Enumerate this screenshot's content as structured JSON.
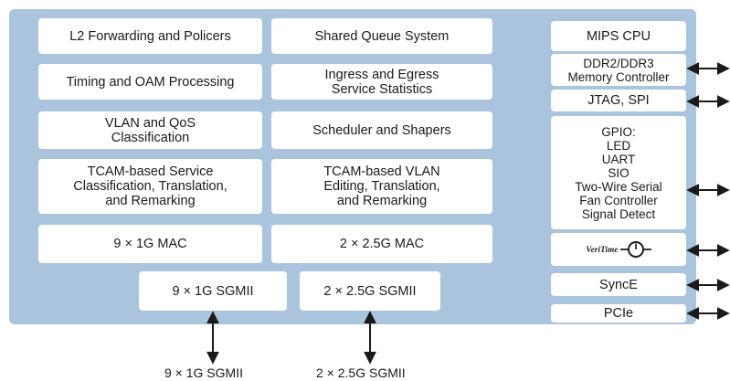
{
  "blocks": {
    "l2_forwarding": "L2 Forwarding and Policers",
    "shared_queue": "Shared Queue System",
    "timing_oam": "Timing and OAM Processing",
    "ingress_egress": "Ingress and Egress\nService Statistics",
    "vlan_qos": "VLAN and QoS\nClassification",
    "scheduler": "Scheduler and Shapers",
    "tcam_service": "TCAM-based Service\nClassification, Translation,\nand Remarking",
    "tcam_vlan": "TCAM-based VLAN\nEditing, Translation,\nand Remarking",
    "mac_1g": "9 × 1G MAC",
    "mac_25g": "2 × 2.5G MAC",
    "sgmii_1g": "9 × 1G SGMII",
    "sgmii_25g": "2 × 2.5G  SGMII"
  },
  "right_column": {
    "mips_cpu": "MIPS CPU",
    "ddr_controller": "DDR2/DDR3\nMemory Controller",
    "jtag_spi": "JTAG, SPI",
    "gpio": "GPIO:\nLED\nUART\nSIO\nTwo-Wire Serial\nFan Controller\nSignal Detect",
    "veritime_logo_text": "VeriTime",
    "synce": "SyncE",
    "pcie": "PCIe"
  },
  "bottom_labels": {
    "sgmii_1g": "9 × 1G SGMII",
    "sgmii_25g": "2 × 2.5G  SGMII"
  },
  "colors": {
    "chip_background": "#a9c4dc",
    "block_fill": "#ffffff",
    "arrow": "#1a1a1a"
  }
}
